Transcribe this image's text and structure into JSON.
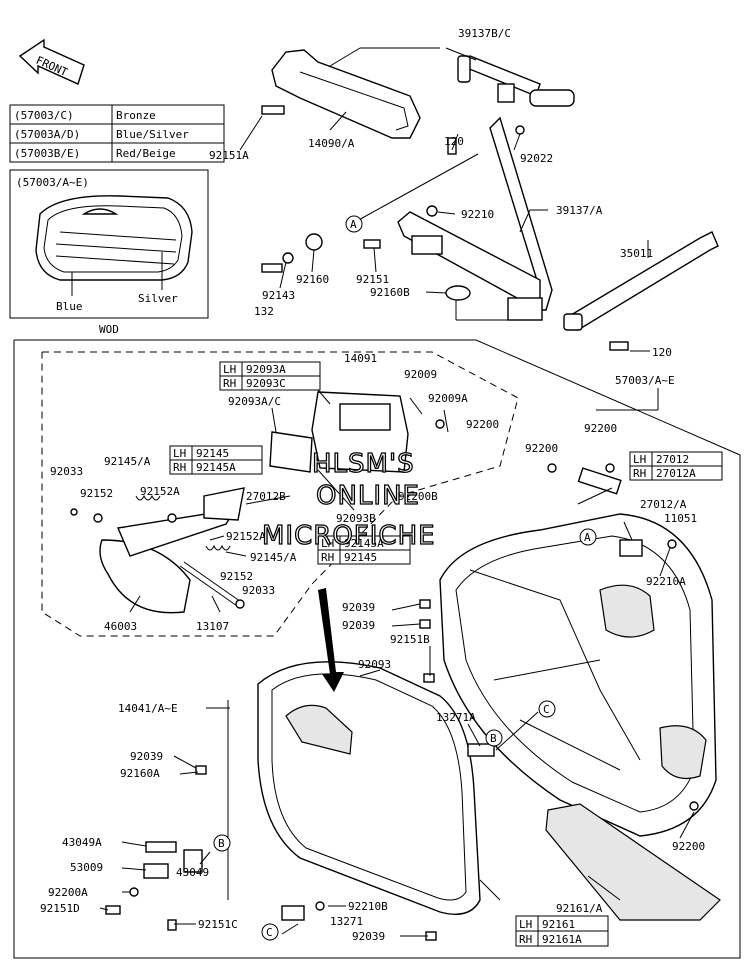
{
  "front_label": "FRONT",
  "color_table": [
    {
      "code": "(57003/C)",
      "color": "Bronze"
    },
    {
      "code": "(57003A/D)",
      "color": "Blue/Silver"
    },
    {
      "code": "(57003B/E)",
      "color": "Red/Beige"
    }
  ],
  "inset": {
    "title": "(57003/A~E)",
    "label_blue": "Blue",
    "label_silver": "Silver"
  },
  "section_label": "WOD",
  "watermark": [
    "HLSM'S",
    "ONLINE",
    "MICROFICHE"
  ],
  "callouts": [
    "A",
    "A",
    "B",
    "B",
    "C",
    "C"
  ],
  "side_tables": [
    {
      "rows": [
        [
          "LH",
          "92093A"
        ],
        [
          "RH",
          "92093C"
        ]
      ]
    },
    {
      "rows": [
        [
          "LH",
          "92145"
        ],
        [
          "RH",
          "92145A"
        ]
      ]
    },
    {
      "rows": [
        [
          "LH",
          "92145A"
        ],
        [
          "RH",
          "92145"
        ]
      ]
    },
    {
      "rows": [
        [
          "LH",
          "27012"
        ],
        [
          "RH",
          "27012A"
        ]
      ]
    },
    {
      "rows": [
        [
          "LH",
          "92161"
        ],
        [
          "RH",
          "92161A"
        ]
      ]
    }
  ],
  "parts": [
    "39137B/C",
    "14090/A",
    "92151A",
    "120",
    "92022",
    "92210",
    "39137/A",
    "35011",
    "92160",
    "92151",
    "92160B",
    "92143",
    "132",
    "120",
    "14091",
    "92009",
    "92009A",
    "92093A/C",
    "57003/A~E",
    "92200",
    "92200",
    "92200",
    "92200B",
    "27012/A",
    "11051",
    "92033",
    "92145/A",
    "92152",
    "92152A",
    "27012B",
    "92093B",
    "92152A",
    "92145/A",
    "92152",
    "92033",
    "46003",
    "13107",
    "92210A",
    "92039",
    "92039",
    "92151B",
    "92093",
    "14041/A~E",
    "13271A",
    "92039",
    "92160A",
    "92200",
    "43049A",
    "53009",
    "43049",
    "92200A",
    "92151D",
    "92210B",
    "13271",
    "92151C",
    "92161/A",
    "92039"
  ]
}
